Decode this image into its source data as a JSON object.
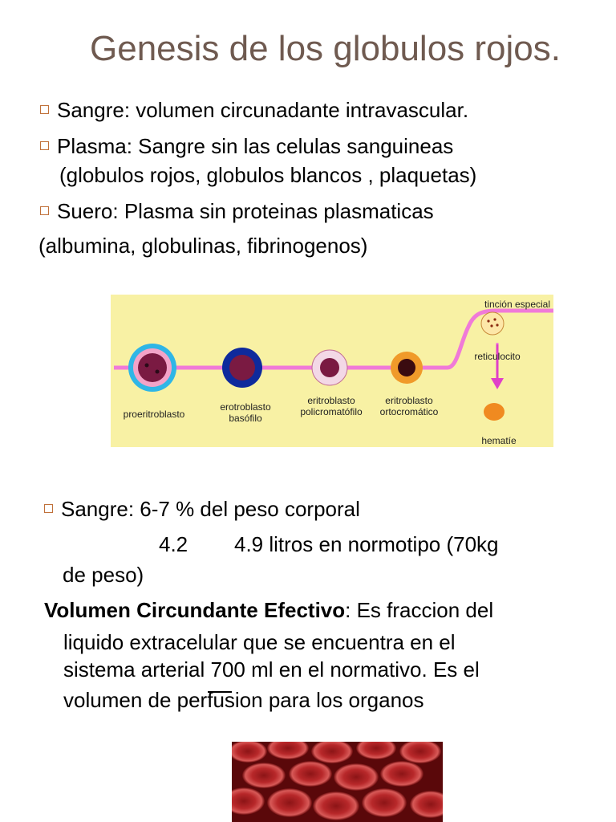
{
  "title": "Genesis de los globulos rojos.",
  "bullets_top": [
    {
      "text": "Sangre: volumen circunadante intravascular."
    },
    {
      "line1": "Plasma: Sangre  sin las celulas sanguineas",
      "line2": "(globulos rojos, globulos blancos , plaquetas)"
    },
    {
      "text": "Suero: Plasma sin proteinas plasmaticas"
    }
  ],
  "suero_cont": "(albumina, globulinas, fibrinogenos)",
  "diagram": {
    "top_label": "tinción especial",
    "cells": [
      {
        "label1": "proeritroblasto",
        "label2": ""
      },
      {
        "label1": "erotroblasto",
        "label2": "basófilo"
      },
      {
        "label1": "eritroblasto",
        "label2": "policromatófilo"
      },
      {
        "label1": "eritroblasto",
        "label2": "ortocromático"
      }
    ],
    "reticulocito": "reticulocito",
    "hematie": "hematíe",
    "colors": {
      "background": "#f8f1a4",
      "path": "#f07ad8",
      "arrow": "#e040c8"
    }
  },
  "bullets_bottom": {
    "line1": "Sangre: 6-7 % del peso corporal",
    "line2_a": "4.2",
    "line2_b": "4.9 litros en normotipo (70kg",
    "line3": "de peso)"
  },
  "vce": {
    "bold": "Volumen Circundante Efectivo",
    "rest1": ": Es fraccion del",
    "line2": "liquido extracelular que se encuentra en el",
    "line3": "sistema arterial 700 ml en el normativo. Es el",
    "line4": "volumen de perfusion para los organos"
  },
  "photo_icon": "red-blood-cells-photo"
}
